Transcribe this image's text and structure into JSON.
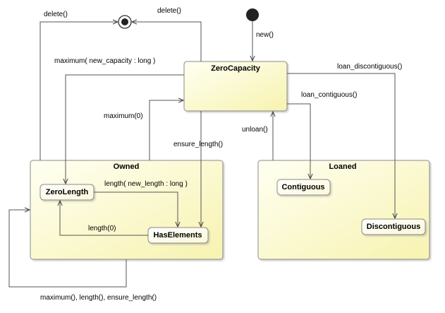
{
  "colors": {
    "state_fill_light": "#fffff2",
    "state_fill_dark": "#f7f3b0",
    "state_border": "#8a8a8a",
    "edge": "#555555",
    "marker": "#222222"
  },
  "states": {
    "zero_capacity": "ZeroCapacity",
    "owned": "Owned",
    "loaned": "Loaned",
    "zero_length": "ZeroLength",
    "has_elements": "HasElements",
    "contiguous": "Contiguous",
    "discontiguous": "Discontiguous"
  },
  "transitions": {
    "delete_left": "delete()",
    "delete_right": "delete()",
    "new": "new()",
    "maximum_new_capacity": "maximum( new_capacity : long )",
    "loan_discontiguous": "loan_discontiguous()",
    "loan_contiguous": "loan_contiguous()",
    "maximum_zero": "maximum(0)",
    "unloan": "unloan()",
    "ensure_length": "ensure_length()",
    "length_new_length": "length( new_length : long )",
    "length_zero": "length(0)",
    "self_loop": "maximum(), length(), ensure_length()"
  }
}
